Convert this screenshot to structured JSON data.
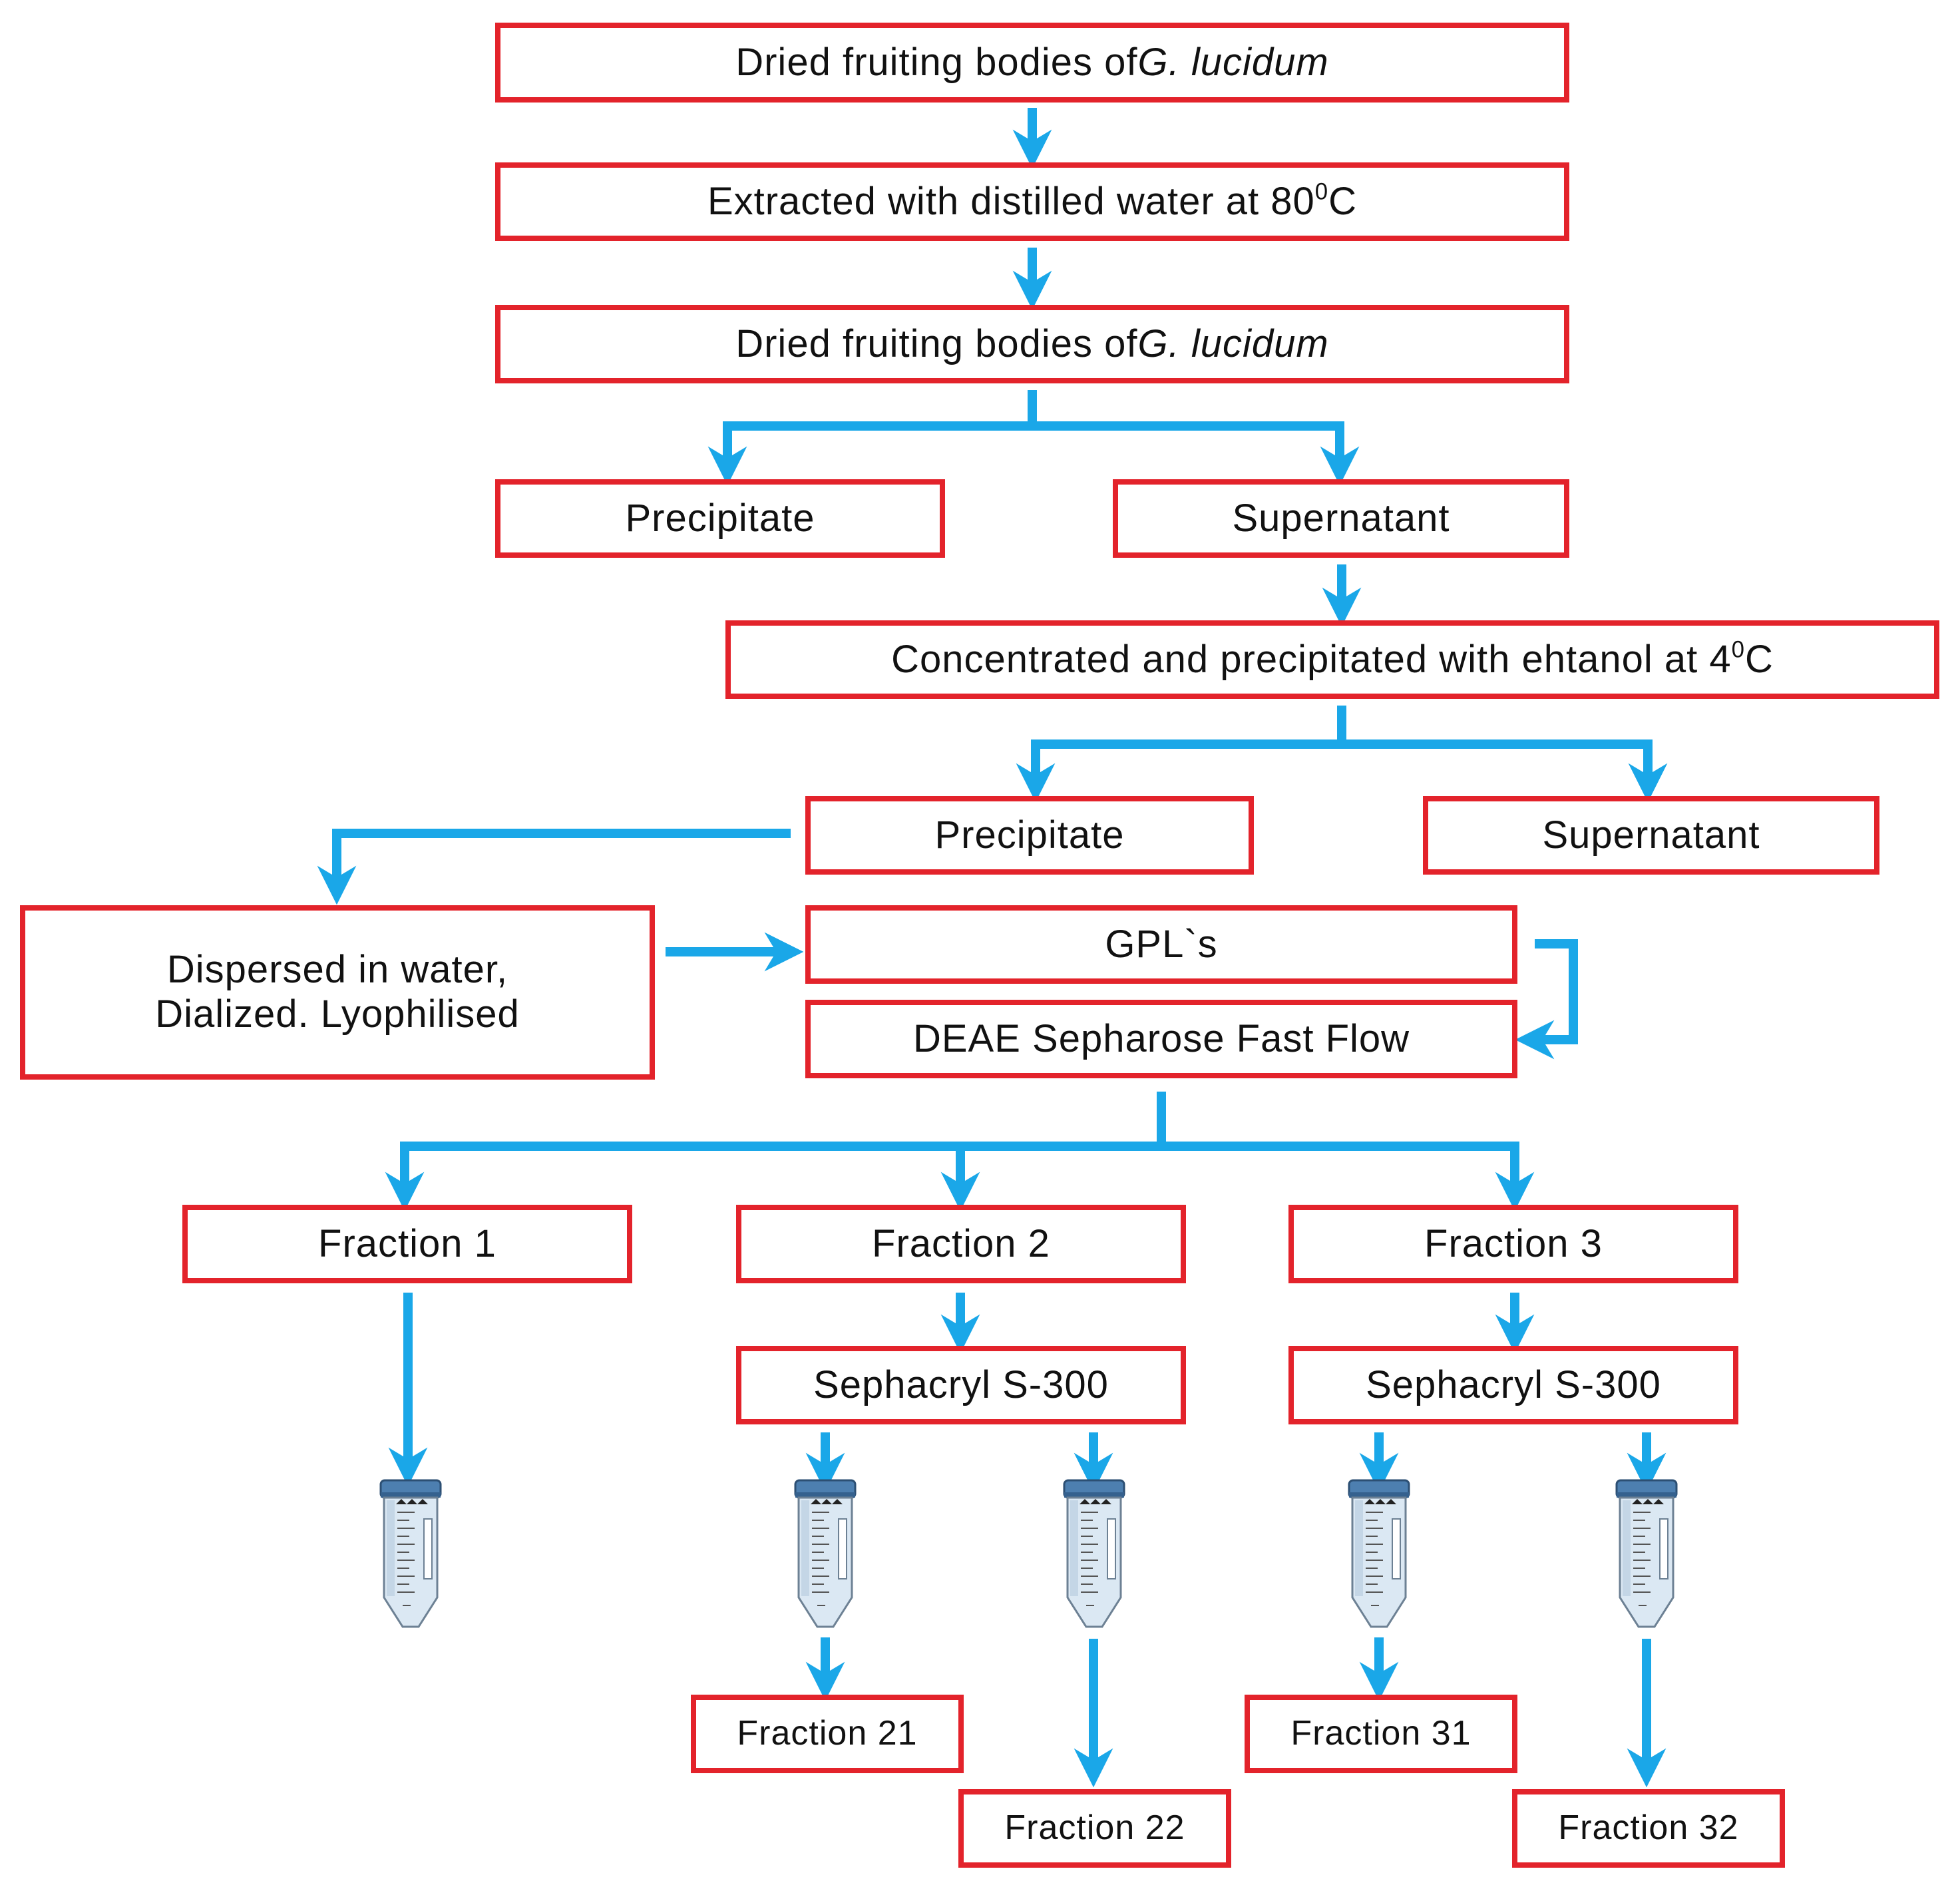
{
  "colors": {
    "box_border": "#e3232b",
    "arrow": "#1aa7e8",
    "text": "#111111",
    "tube_cap": "#4d7fb0",
    "tube_body": "#dbe8f3"
  },
  "nodes": {
    "dried1": {
      "prefix": "Dried fruiting bodies of ",
      "species": "G. lucidum"
    },
    "extracted": {
      "prefix": "Extracted with distilled water at 80",
      "sup": "0",
      "suffix": "C"
    },
    "dried2": {
      "prefix": "Dried fruiting bodies of ",
      "species": "G. lucidum"
    },
    "precipitate1": "Precipitate",
    "supernatant1": "Supernatant",
    "concentrated": {
      "prefix": "Concentrated and precipitated with ehtanol at 4",
      "sup": "0",
      "suffix": "C"
    },
    "precipitate2": "Precipitate",
    "supernatant2": "Supernatant",
    "dispersed": {
      "line1": "Dispersed in water,",
      "line2": "Dialized. Lyophilised"
    },
    "gpls": "GPL`s",
    "deae": "DEAE Sepharose Fast Flow",
    "fraction1": "Fraction 1",
    "fraction2": "Fraction 2",
    "fraction3": "Fraction 3",
    "sephacryl2": "Sephacryl S-300",
    "sephacryl3": "Sephacryl S-300",
    "fraction21": "Fraction 21",
    "fraction22": "Fraction 22",
    "fraction31": "Fraction 31",
    "fraction32": "Fraction 32"
  },
  "tubes": [
    {
      "id": "tube-fraction-1",
      "label": "Fraction 1 collection tube"
    },
    {
      "id": "tube-fraction-21",
      "label": "Fraction 21 collection tube"
    },
    {
      "id": "tube-fraction-22",
      "label": "Fraction 22 collection tube"
    },
    {
      "id": "tube-fraction-31",
      "label": "Fraction 31 collection tube"
    },
    {
      "id": "tube-fraction-32",
      "label": "Fraction 32 collection tube"
    }
  ]
}
